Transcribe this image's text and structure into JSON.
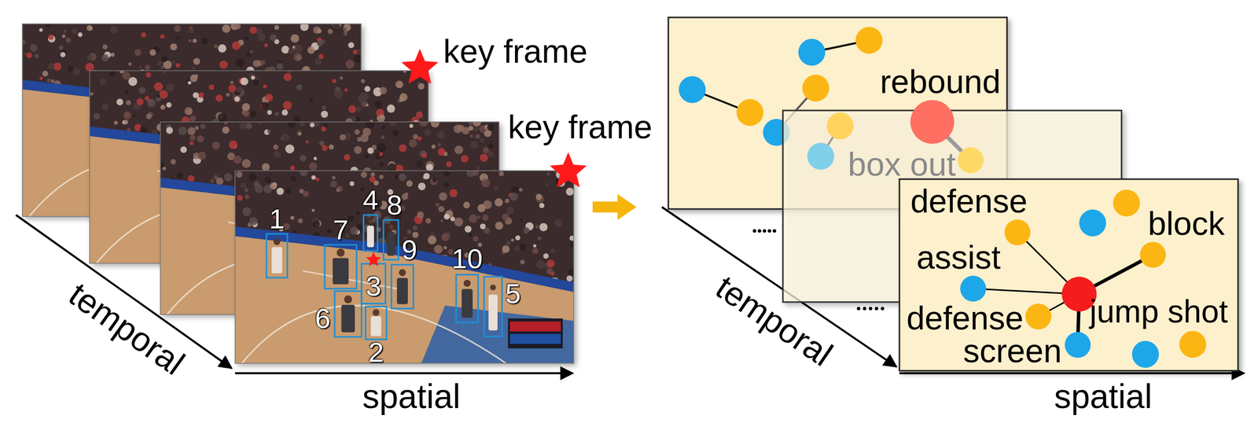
{
  "diagram": {
    "nodes": [
      {
        "text": [
          "rebound"
        ]
      },
      {
        "text": [
          "box out"
        ]
      },
      {
        "text": [
          "defense"
        ]
      },
      {
        "text": [
          "block"
        ]
      },
      {
        "text": [
          "assist"
        ]
      },
      {
        "text": [
          "jump shot"
        ]
      },
      {
        "text": [
          "defense"
        ]
      },
      {
        "text": [
          "screen"
        ]
      }
    ],
    "edges": [
      {
        "from": 0,
        "to": 1,
        "arrow": "none"
      },
      {
        "from": 5,
        "to": 2,
        "arrow": "none"
      },
      {
        "from": 5,
        "to": 3,
        "arrow": "none"
      },
      {
        "from": 5,
        "to": 4,
        "arrow": "none"
      },
      {
        "from": 5,
        "to": 6,
        "arrow": "none"
      },
      {
        "from": 5,
        "to": 7,
        "arrow": "none"
      }
    ],
    "labels": [
      "key frame",
      "key frame",
      "1",
      "2",
      "3",
      "4",
      "5",
      "6",
      "7",
      "8",
      "9",
      "10",
      "temporal",
      "spatial",
      "temporal",
      "spatial"
    ]
  }
}
